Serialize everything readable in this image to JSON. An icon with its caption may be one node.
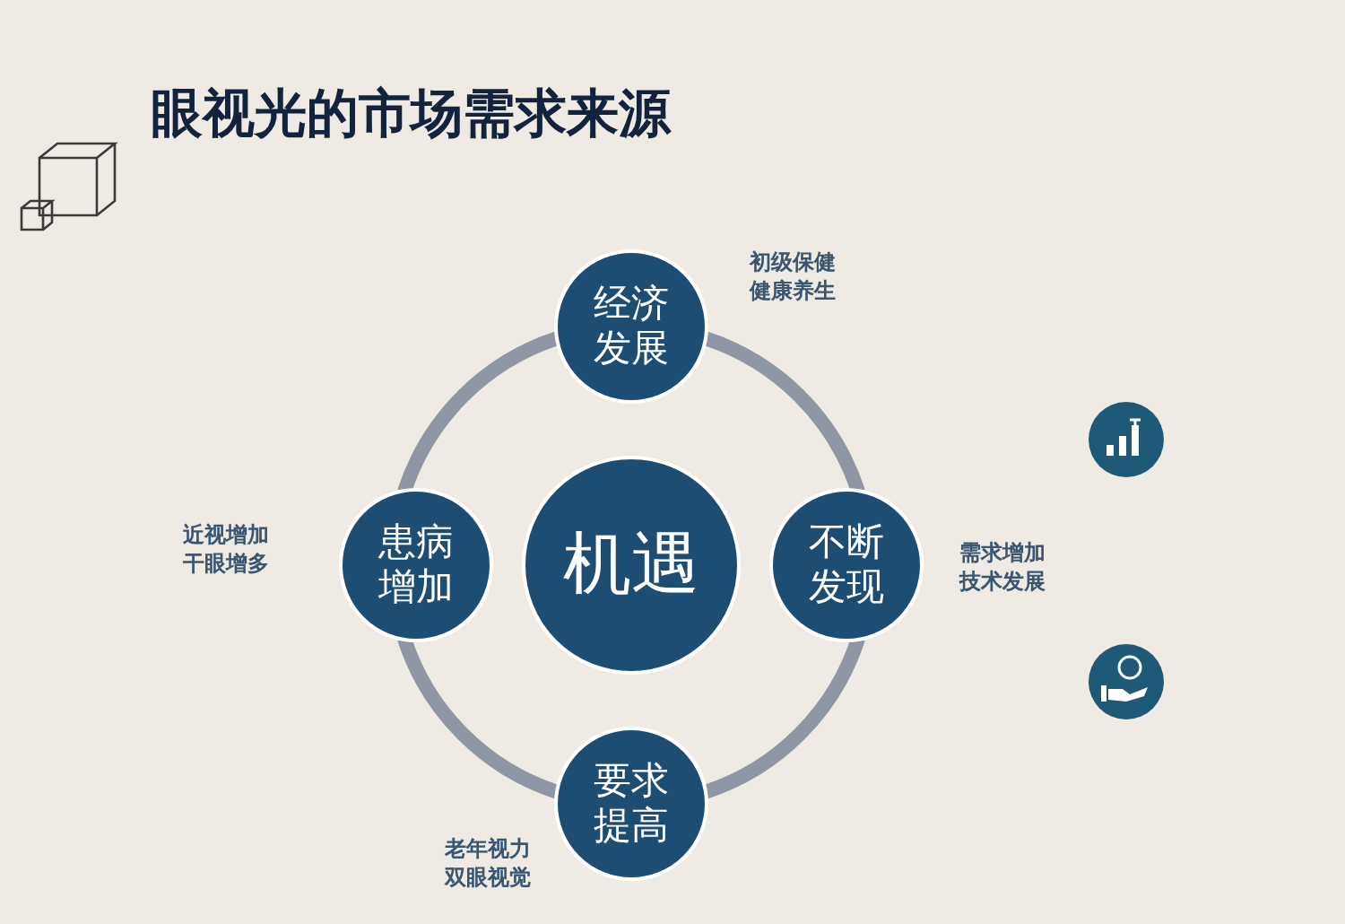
{
  "diagram": {
    "title": "眼视光的市场需求来源",
    "nodes": [
      {
        "text": [
          "经济发展"
        ],
        "beside": [
          "初级保健健康养生"
        ]
      },
      {
        "text": [
          "患病增加"
        ],
        "beside": [
          "近视增加干眼增多"
        ]
      },
      {
        "text": [
          "机遇"
        ]
      },
      {
        "text": [
          "不断发现"
        ],
        "beside": [
          "需求增加技术发展"
        ]
      },
      {
        "text": [
          "要求提高"
        ],
        "beside": [
          "老年视力双眼视觉"
        ]
      }
    ],
    "edges": [
      {
        "from": 0,
        "to": 3,
        "arrow": "none"
      },
      {
        "from": 3,
        "to": 4,
        "arrow": "none"
      },
      {
        "from": 4,
        "to": 1,
        "arrow": "none"
      },
      {
        "from": 1,
        "to": 0,
        "arrow": "none"
      }
    ]
  }
}
